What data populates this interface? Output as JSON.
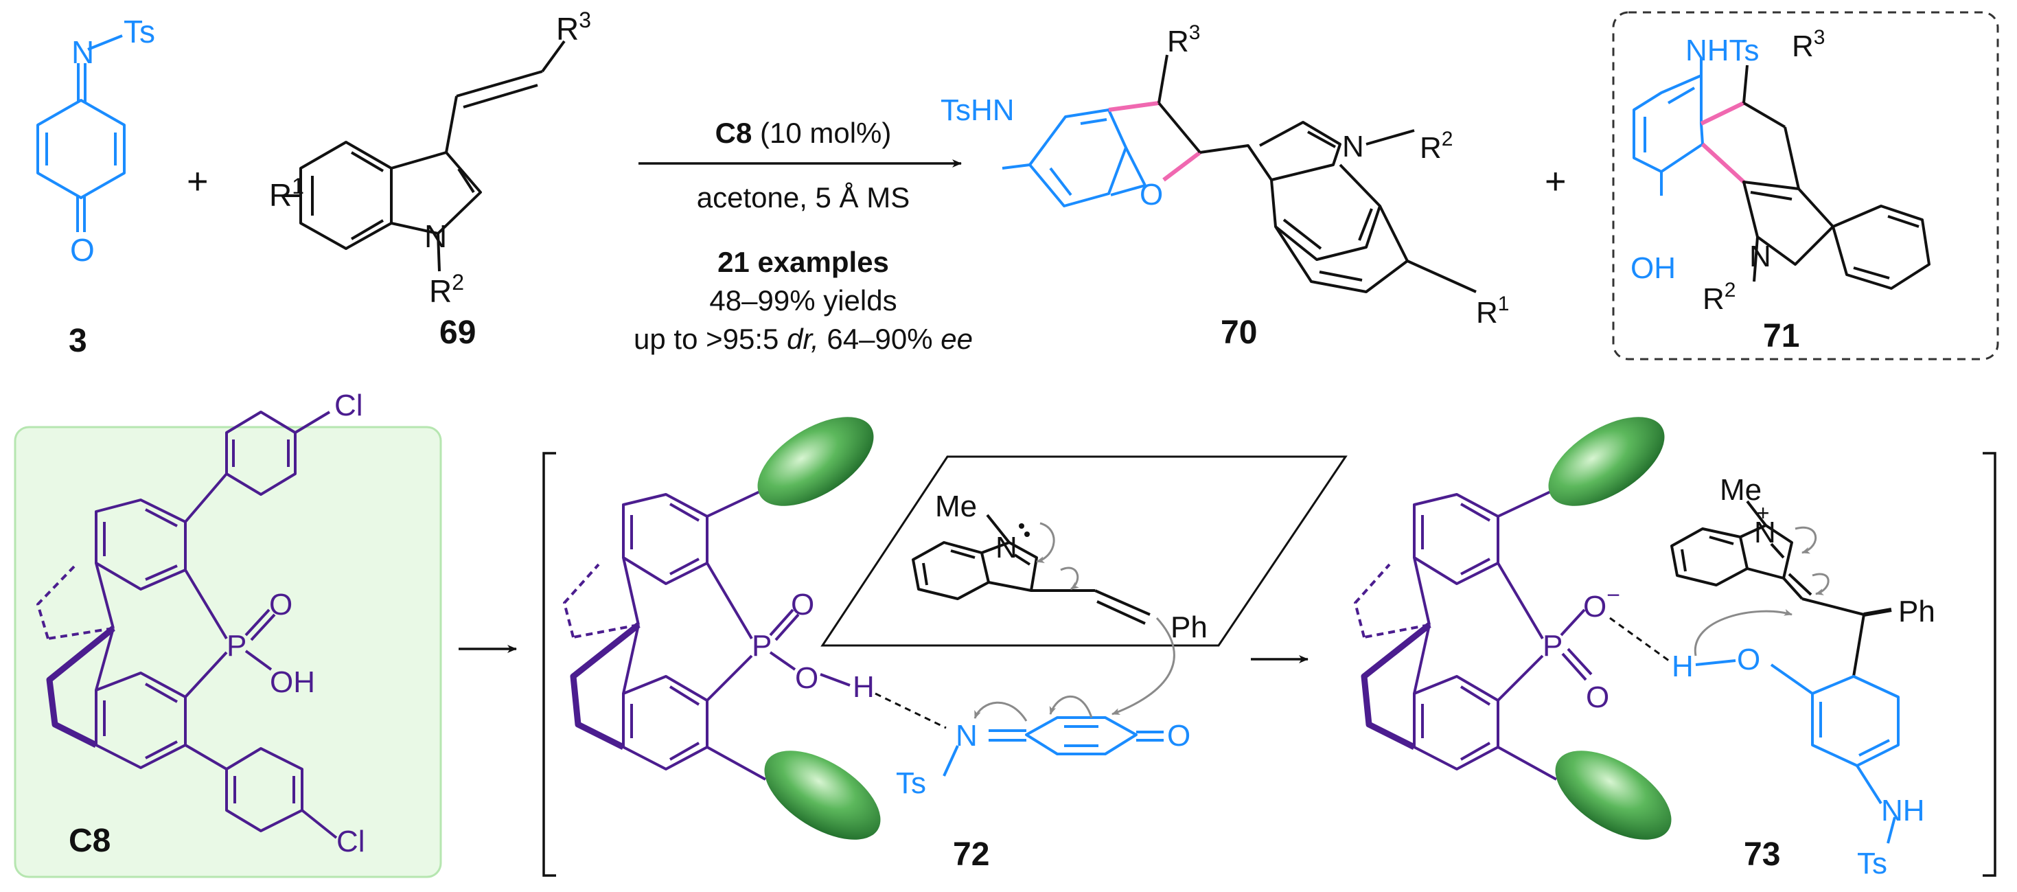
{
  "colors": {
    "blue": "#1a8cff",
    "purple": "#4b1d8f",
    "pink": "#f068b0",
    "black": "#111111",
    "gray": "#8a8a8a",
    "green_dark": "#1f6b2a",
    "green_light": "#bfe8b8",
    "panel_fill": "#e9f9e6",
    "panel_stroke": "#b6e6b0"
  },
  "compounds": {
    "c3": {
      "number": "3",
      "ts": "Ts",
      "n": "N",
      "o": "O"
    },
    "c69": {
      "number": "69",
      "r1": "R",
      "r1_sup": "1",
      "r2": "R",
      "r2_sup": "2",
      "r3": "R",
      "r3_sup": "3",
      "n": "N"
    },
    "c70": {
      "number": "70",
      "tshn": "TsHN",
      "o": "O",
      "n": "N",
      "r1": "R",
      "r1_sup": "1",
      "r2": "R",
      "r2_sup": "2",
      "r3": "R",
      "r3_sup": "3"
    },
    "c71": {
      "number": "71",
      "nhts": "NHTs",
      "oh": "OH",
      "n": "N",
      "r2": "R",
      "r2_sup": "2",
      "r3": "R",
      "r3_sup": "3"
    },
    "c8": {
      "label": "C8",
      "cl_top": "Cl",
      "cl_bottom": "Cl",
      "p": "P",
      "o": "O",
      "oh": "OH"
    },
    "c72": {
      "number": "72",
      "me": "Me",
      "n_indole": "N",
      "ph": "Ph",
      "p": "P",
      "o1": "O",
      "o2": "O",
      "h": "H",
      "n_imine": "N",
      "ts": "Ts",
      "o_ketone": "O"
    },
    "c73": {
      "number": "73",
      "me": "Me",
      "n_plus": "N",
      "plus": "+",
      "ph": "Ph",
      "p": "P",
      "o_minus": "O",
      "minus": "−",
      "o_bottom": "O",
      "h": "H",
      "o_phenol": "O",
      "nh": "NH",
      "ts": "Ts"
    }
  },
  "operators": {
    "plus1": "+",
    "plus2": "+"
  },
  "conditions": {
    "catalyst": "C8",
    "loading": " (10 mol%)",
    "solvent": "acetone, 5 Å MS",
    "examples": "21 examples",
    "yields": "48–99% yields",
    "selectivity_prefix": "up to >95:5 ",
    "dr": "dr,",
    "selectivity_mid": " 64–90% ",
    "ee": "ee"
  }
}
